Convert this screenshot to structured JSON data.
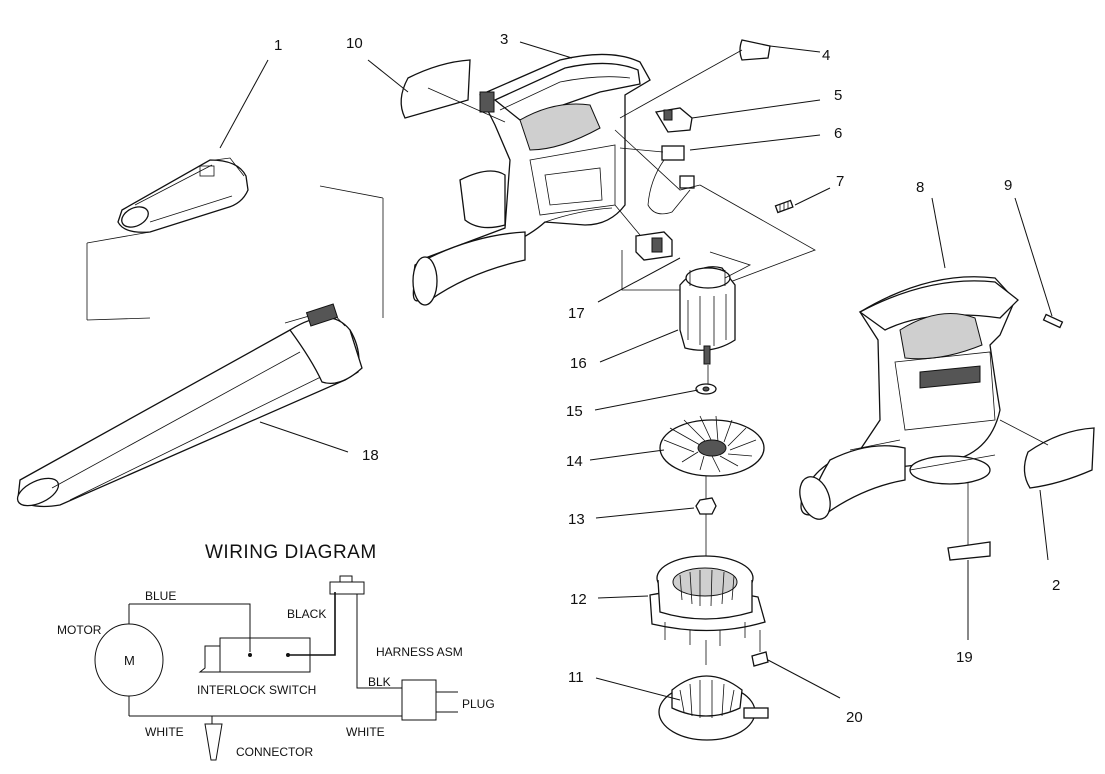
{
  "callouts": [
    "1",
    "10",
    "3",
    "4",
    "5",
    "6",
    "7",
    "8",
    "9",
    "17",
    "16",
    "15",
    "14",
    "13",
    "12",
    "11",
    "18",
    "2",
    "19",
    "20"
  ],
  "wiring": {
    "title": "WIRING DIAGRAM",
    "motor_label": "MOTOR",
    "motor_symbol": "M",
    "blue": "BLUE",
    "black": "BLACK",
    "harness": "HARNESS ASM",
    "interlock": "INTERLOCK SWITCH",
    "blk": "BLK",
    "plug": "PLUG",
    "white_left": "WHITE",
    "white_right": "WHITE",
    "connector": "CONNECTOR"
  }
}
